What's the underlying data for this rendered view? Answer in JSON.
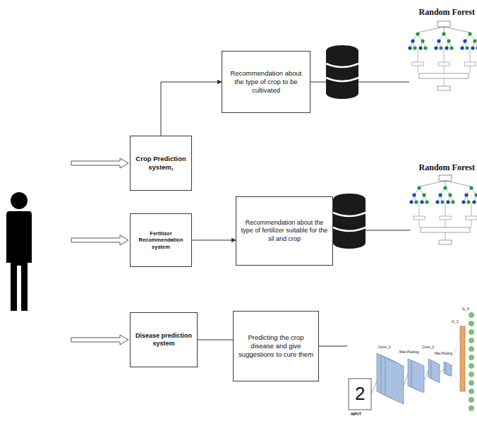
{
  "diagram": {
    "nodes": [
      {
        "text": [
          "Recommendation about the type of crop to be cultivated"
        ]
      },
      {
        "text": [
          "Crop Prediction system,"
        ]
      },
      {
        "text": [
          "Fertilizer Recommendation system"
        ]
      },
      {
        "text": [
          "Recommendation about the type of fertilizer suitable for the sil and crop"
        ]
      },
      {
        "text": [
          "Disease prediction system"
        ]
      },
      {
        "text": [
          "Predicting the crop disease and give suggestions to cure them"
        ]
      }
    ],
    "edges": [
      {
        "from": 1,
        "to": 0,
        "arrow": "to"
      },
      {
        "from": 2,
        "to": 3,
        "arrow": "to"
      },
      {
        "from": 4,
        "to": 5,
        "arrow": "none"
      }
    ],
    "labels": [
      "Random Forest",
      "Random Forest",
      "2",
      "INPUT",
      "Conv_1",
      "Max-Pooling",
      "Conv_2",
      "Max-Pooling",
      "fc_3",
      "fc_4"
    ]
  }
}
